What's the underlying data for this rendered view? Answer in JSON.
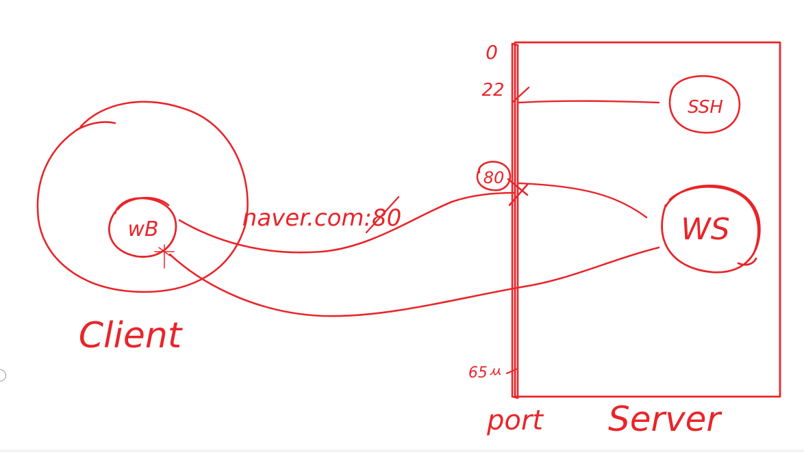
{
  "colors": {
    "ink": "#e8252a",
    "edge_control": "#9a9a9a"
  },
  "labels": {
    "client": "Client",
    "server": "Server",
    "port": "port",
    "web_browser": "wB",
    "web_server": "WS",
    "ssh": "SSH",
    "url": "naver.com:80"
  },
  "port_ticks": {
    "top": "0",
    "ssh_port": "22",
    "http_port": "80",
    "max_port": "65ㅆ"
  },
  "icons": {
    "cursor": "crosshair-icon",
    "edge_control": "circle-handle-icon"
  }
}
